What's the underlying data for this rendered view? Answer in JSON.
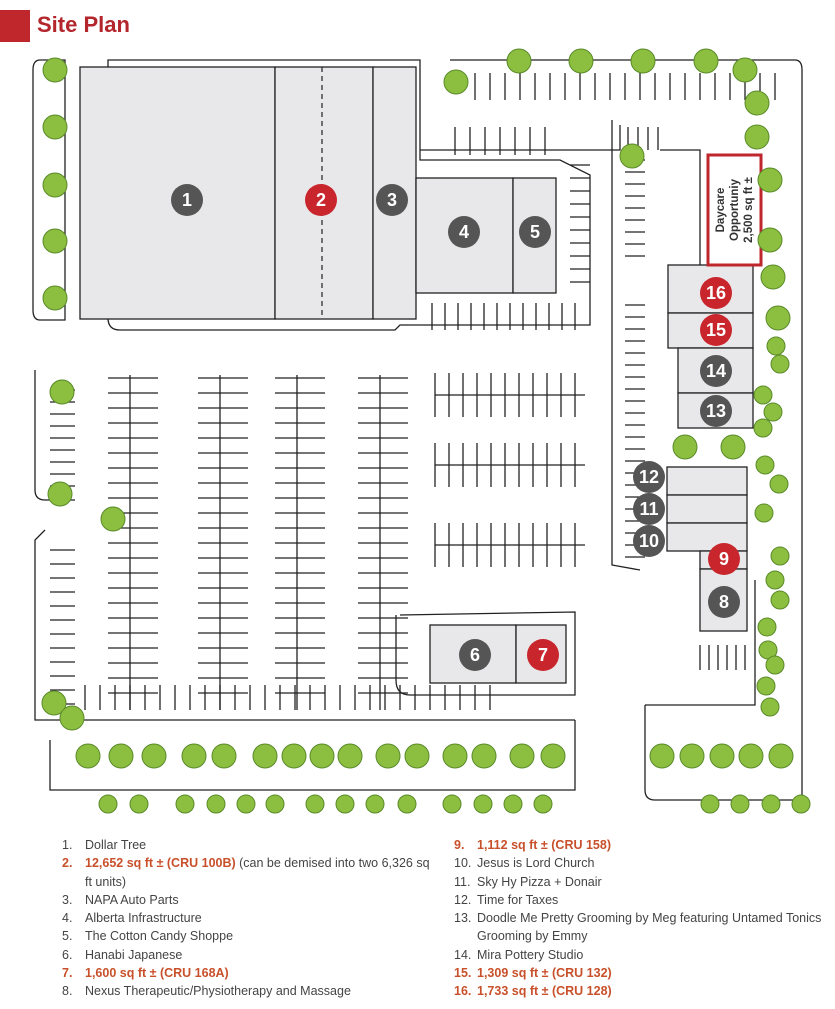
{
  "title": "Site Plan",
  "colors": {
    "accent": "#c0272d",
    "title": "#b3262b",
    "available_marker": "#c8262c",
    "tenant_marker": "#555555",
    "building_fill": "#e8e8ea",
    "highlight_text": "#c8502a",
    "tree": "#8cbf3f"
  },
  "map": {
    "units": [
      {
        "label": "1",
        "status": "leased"
      },
      {
        "label": "2",
        "status": "available"
      },
      {
        "label": "3",
        "status": "leased"
      },
      {
        "label": "4",
        "status": "leased"
      },
      {
        "label": "5",
        "status": "leased"
      },
      {
        "label": "6",
        "status": "leased"
      },
      {
        "label": "7",
        "status": "available"
      },
      {
        "label": "8",
        "status": "leased"
      },
      {
        "label": "9",
        "status": "available"
      },
      {
        "label": "10",
        "status": "leased"
      },
      {
        "label": "11",
        "status": "leased"
      },
      {
        "label": "12",
        "status": "leased"
      },
      {
        "label": "13",
        "status": "leased"
      },
      {
        "label": "14",
        "status": "leased"
      },
      {
        "label": "15",
        "status": "available"
      },
      {
        "label": "16",
        "status": "available"
      }
    ],
    "daycare": {
      "line1": "Daycare",
      "line2": "Opportuniy",
      "line3": "2,500 sq ft ±"
    }
  },
  "legend": {
    "left": [
      {
        "num": "1.",
        "text": "Dollar Tree",
        "highlight": false
      },
      {
        "num": "2.",
        "text": "12,652 sq ft ± (CRU 100B)",
        "note": " (can be demised into two 6,326 sq ft units)",
        "highlight": true
      },
      {
        "num": "3.",
        "text": "NAPA Auto Parts",
        "highlight": false
      },
      {
        "num": "4.",
        "text": "Alberta Infrastructure",
        "highlight": false
      },
      {
        "num": "5.",
        "text": "The Cotton Candy Shoppe",
        "highlight": false
      },
      {
        "num": "6.",
        "text": "Hanabi Japanese",
        "highlight": false
      },
      {
        "num": "7.",
        "text": "1,600 sq ft ± (CRU 168A)",
        "highlight": true
      },
      {
        "num": "8.",
        "text": "Nexus Therapeutic/Physiotherapy and Massage",
        "highlight": false
      }
    ],
    "right": [
      {
        "num": "9.",
        "text": "1,112 sq ft ± (CRU 158)",
        "highlight": true
      },
      {
        "num": "10.",
        "text": "Jesus is Lord Church",
        "highlight": false
      },
      {
        "num": "11.",
        "text": "Sky Hy Pizza + Donair",
        "highlight": false
      },
      {
        "num": "12.",
        "text": "Time for Taxes",
        "highlight": false
      },
      {
        "num": "13.",
        "text": "Doodle Me Pretty Grooming by Meg featuring Untamed Tonics Grooming by Emmy",
        "highlight": false
      },
      {
        "num": "14.",
        "text": "Mira Pottery Studio",
        "highlight": false
      },
      {
        "num": "15.",
        "text": "1,309 sq ft ± (CRU 132)",
        "highlight": true
      },
      {
        "num": "16.",
        "text": "1,733 sq ft ± (CRU 128)",
        "highlight": true
      }
    ]
  }
}
